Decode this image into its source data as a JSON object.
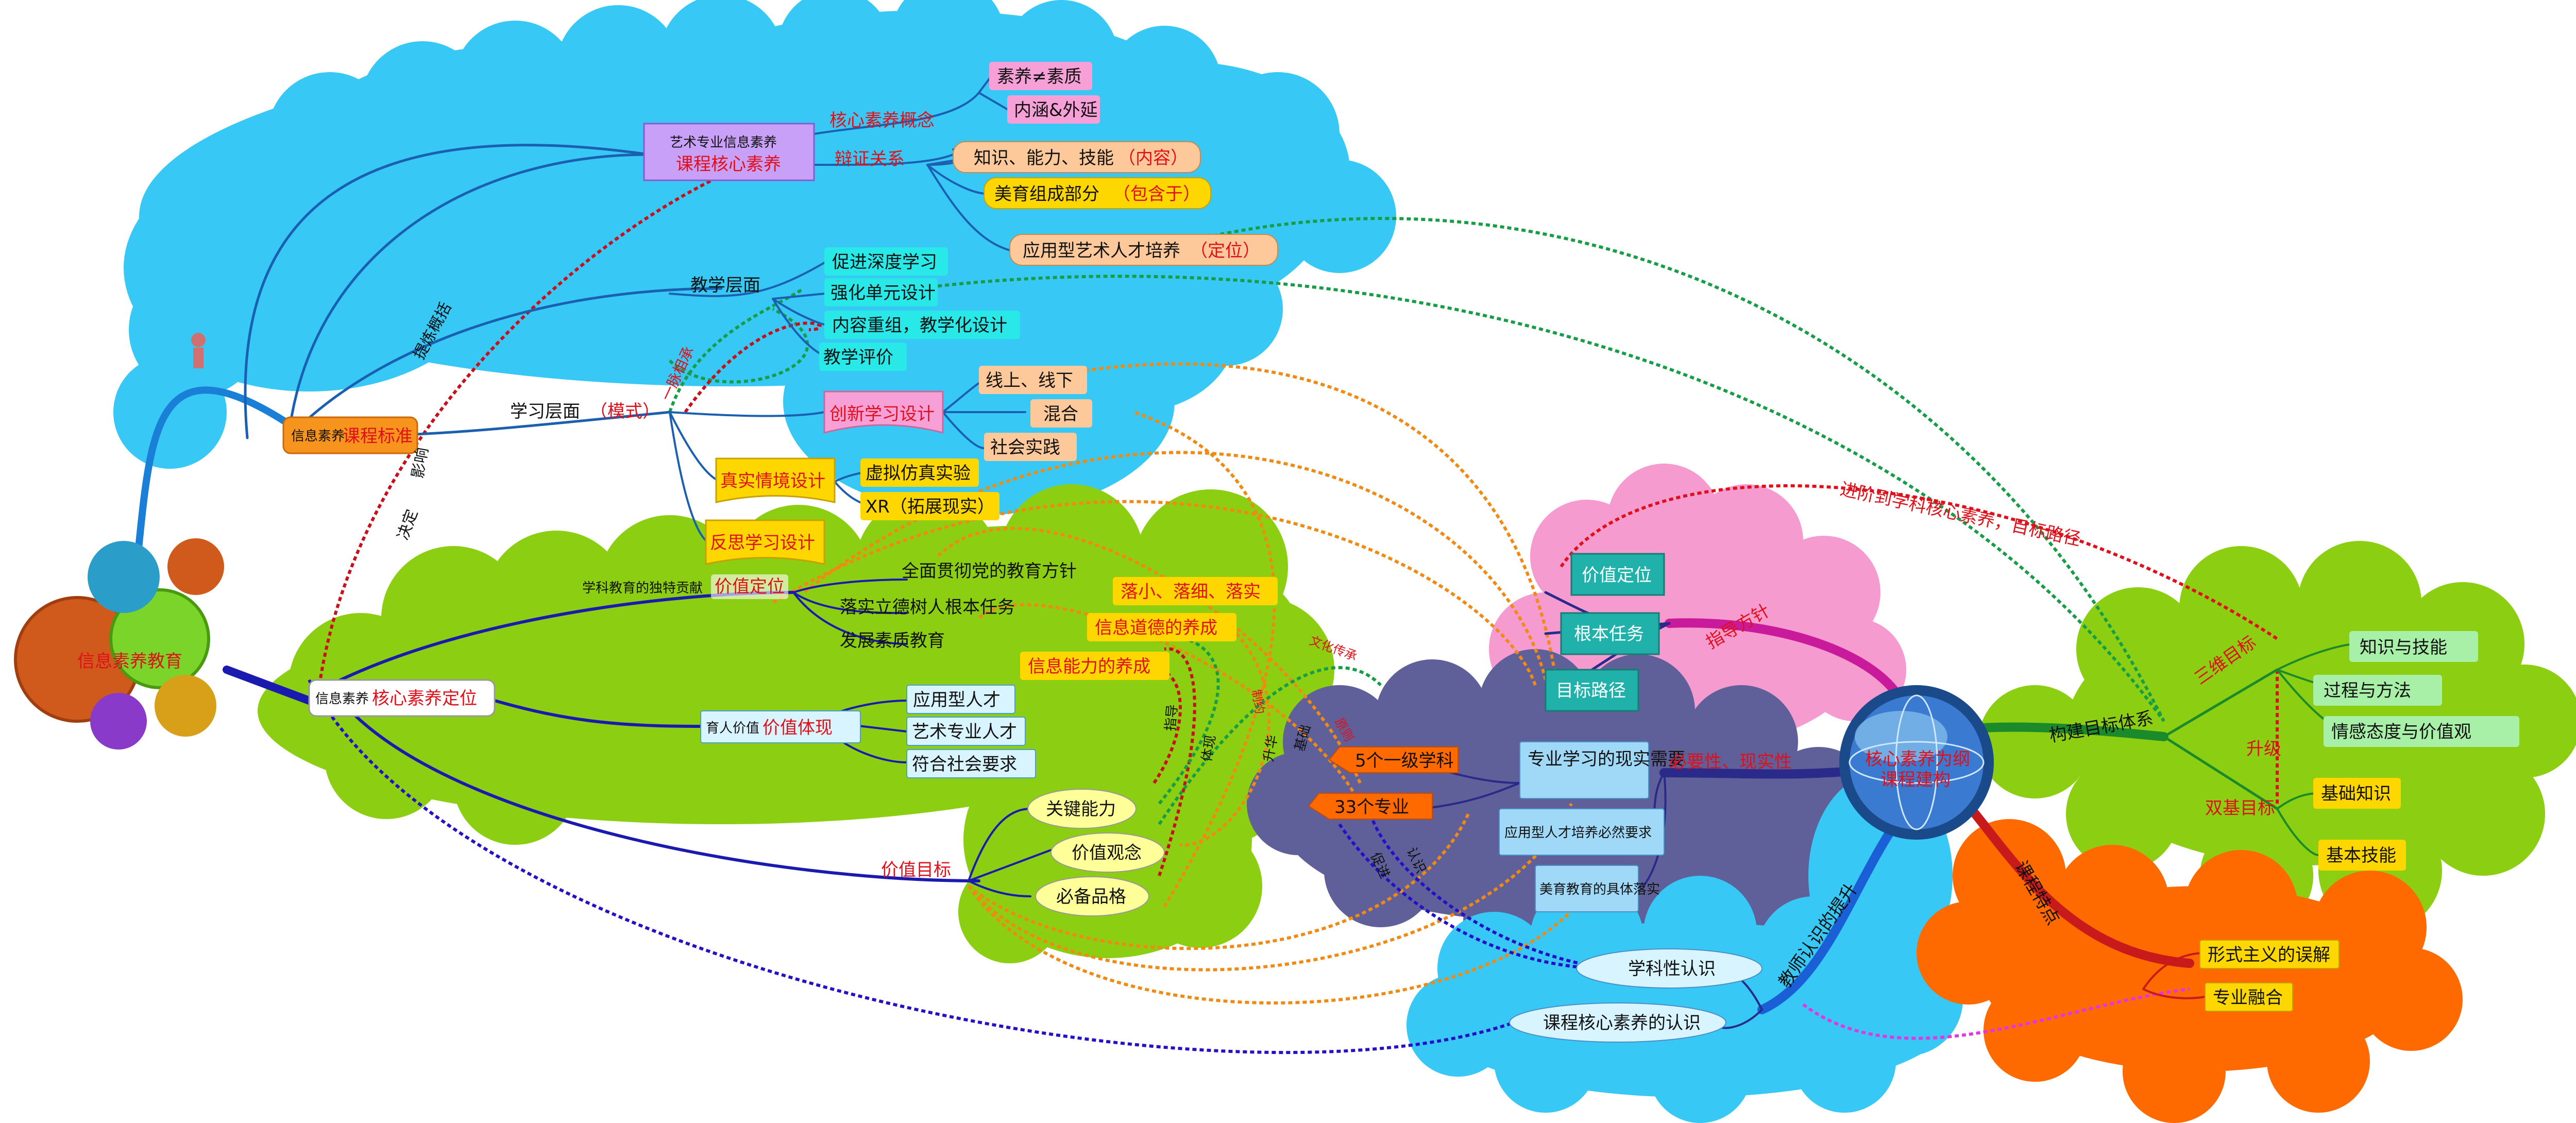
{
  "root": {
    "label": "信息素养教育"
  },
  "center": {
    "line1": "核心素养为纲",
    "line2": "课程建构"
  },
  "topic_standard": {
    "prefix": "信息素养",
    "main": "课程标准"
  },
  "topic_position": {
    "prefix": "信息素养",
    "main": "核心素养定位"
  },
  "concept_box": {
    "line1": "艺术专业信息素养",
    "line2": "课程核心素养"
  },
  "concept_branch": {
    "label": "核心素养概念",
    "items": [
      "素养≠素质",
      "内涵&外延"
    ]
  },
  "dialectic_branch": {
    "label": "辩证关系",
    "items": [
      {
        "text": "知识、能力、技能",
        "em": "（内容）"
      },
      {
        "text": "美育组成部分",
        "em": "（包含于）"
      },
      {
        "text": "应用型艺术人才培养",
        "em": "（定位）"
      }
    ]
  },
  "teaching_level": {
    "label": "教学层面",
    "items": [
      "促进深度学习",
      "强化单元设计",
      "内容重组，教学化设计",
      "教学评价"
    ]
  },
  "learning_level": {
    "label": "学习层面",
    "em": "（模式）"
  },
  "innovative_design": {
    "label": "创新学习设计",
    "items": [
      "线上、线下",
      "混合",
      "社会实践"
    ]
  },
  "real_situation": {
    "label": "真实情境设计",
    "items": [
      "虚拟仿真实验",
      "XR（拓展现实）"
    ]
  },
  "reflective_design": {
    "label": "反思学习设计"
  },
  "value_positioning": {
    "prefix": "学科教育的独特贡献",
    "main": "价值定位",
    "items": [
      {
        "text": "全面贯彻党的教育方针",
        "leaf": "落小、落细、落实"
      },
      {
        "text": "落实立德树人根本任务",
        "leaf": "信息道德的养成"
      },
      {
        "text": "发展素质教育",
        "leaf": "信息能力的养成"
      }
    ]
  },
  "value_embodiment": {
    "prefix": "育人价值",
    "main": "价值体现",
    "items": [
      "应用型人才",
      "艺术专业人才",
      "符合社会要求"
    ]
  },
  "value_goals": {
    "label": "价值目标",
    "items": [
      "关键能力",
      "价值观念",
      "必备品格"
    ]
  },
  "guiding_policy": {
    "label": "指导方针",
    "items": [
      "价值定位",
      "根本任务",
      "目标路径"
    ]
  },
  "necessity": {
    "label": "必要性、现实性",
    "sources": [
      "5个一级学科",
      "33个专业"
    ],
    "items": [
      "专业学习的现实需要",
      "应用型人才培养必然要求",
      "美育教育的具体落实"
    ]
  },
  "teacher_cognition": {
    "label": "教师认识的提升",
    "items": [
      "学科性认识",
      "课程核心素养的认识"
    ]
  },
  "goal_system": {
    "label": "构建目标体系",
    "three_dim": {
      "label": "三维目标",
      "items": [
        "知识与技能",
        "过程与方法",
        "情感态度与价值观"
      ]
    },
    "upgrade": "升级",
    "two_base": {
      "label": "双基目标",
      "items": [
        "基础知识",
        "基本技能"
      ]
    }
  },
  "course_reform": {
    "label": "课程特点",
    "items": [
      "形式主义的误解",
      "专业融合"
    ]
  },
  "link_labels": {
    "advance": "进阶到学科核心素养，目标路径",
    "tiyan": "提炼概括",
    "jueding": "决定",
    "yingxiang": "影响",
    "yiyi": "一脉相承",
    "wenhua": "文化传承",
    "jichu": "基础",
    "zhidao": "指导",
    "cujin": "促进",
    "tixian": "体现",
    "renzhi": "认识",
    "shengji": "升华",
    "zhiyue": "制约",
    "yuanze": "原则"
  }
}
